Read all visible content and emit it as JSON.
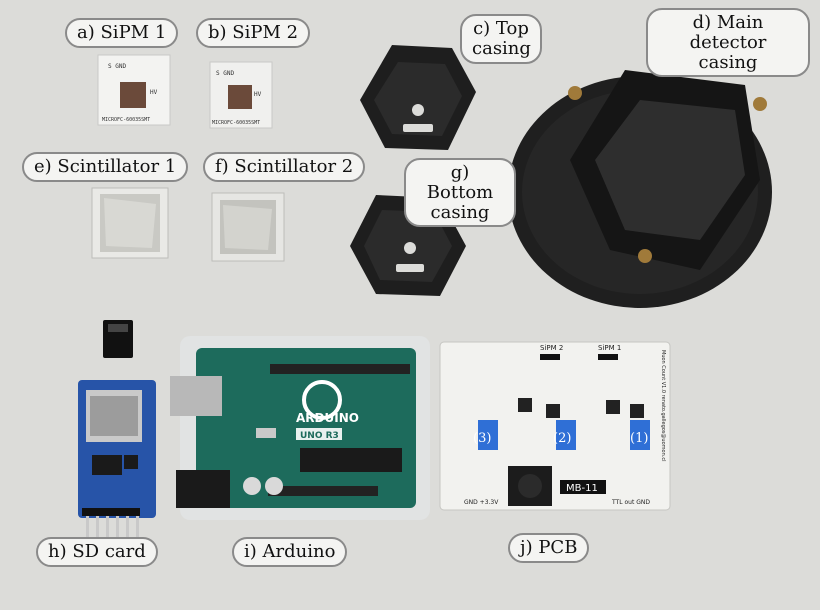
{
  "labels": {
    "sipm1": "a) SiPM 1",
    "sipm2": "b) SiPM 2",
    "top_casing_1": "c) Top",
    "top_casing_2": "casing",
    "main_casing_1": "d) Main",
    "main_casing_2": "detector casing",
    "scint1": "e) Scintillator 1",
    "scint2": "f) Scintillator 2",
    "bottom_casing_1": "g) Bottom",
    "bottom_casing_2": "casing",
    "sdcard": "h) SD card",
    "arduino": "i) Arduino",
    "pcb": "j) PCB"
  },
  "board_text": {
    "sipm_label_1": "S  GND",
    "sipm_label_2": "HV",
    "sipm_footer": "MICROFC-60035SMT",
    "arduino_brand": "ARDUINO",
    "arduino_model": "UNO R3",
    "pcb_model": "MB-11",
    "pcb_title": "Muon Count V1.0 renato.gallegos@uomon.cl",
    "pcb_sipm2": "SiPM 2",
    "pcb_sipm1": "SiPM 1",
    "pcb_pot1": "(1)",
    "pcb_pot2": "(2)",
    "pcb_pot3": "(3)",
    "pcb_gnd33": "GND +3.3V",
    "pcb_ttl": "TTL out  GND"
  },
  "colors": {
    "background": "#dcdcd9",
    "casing": "#1e1e1e",
    "arduino_pcb": "#1d6b5c",
    "sd_module": "#2754a8",
    "pcb_board": "#f2f2ef",
    "trimpot": "#2f6fd6"
  }
}
